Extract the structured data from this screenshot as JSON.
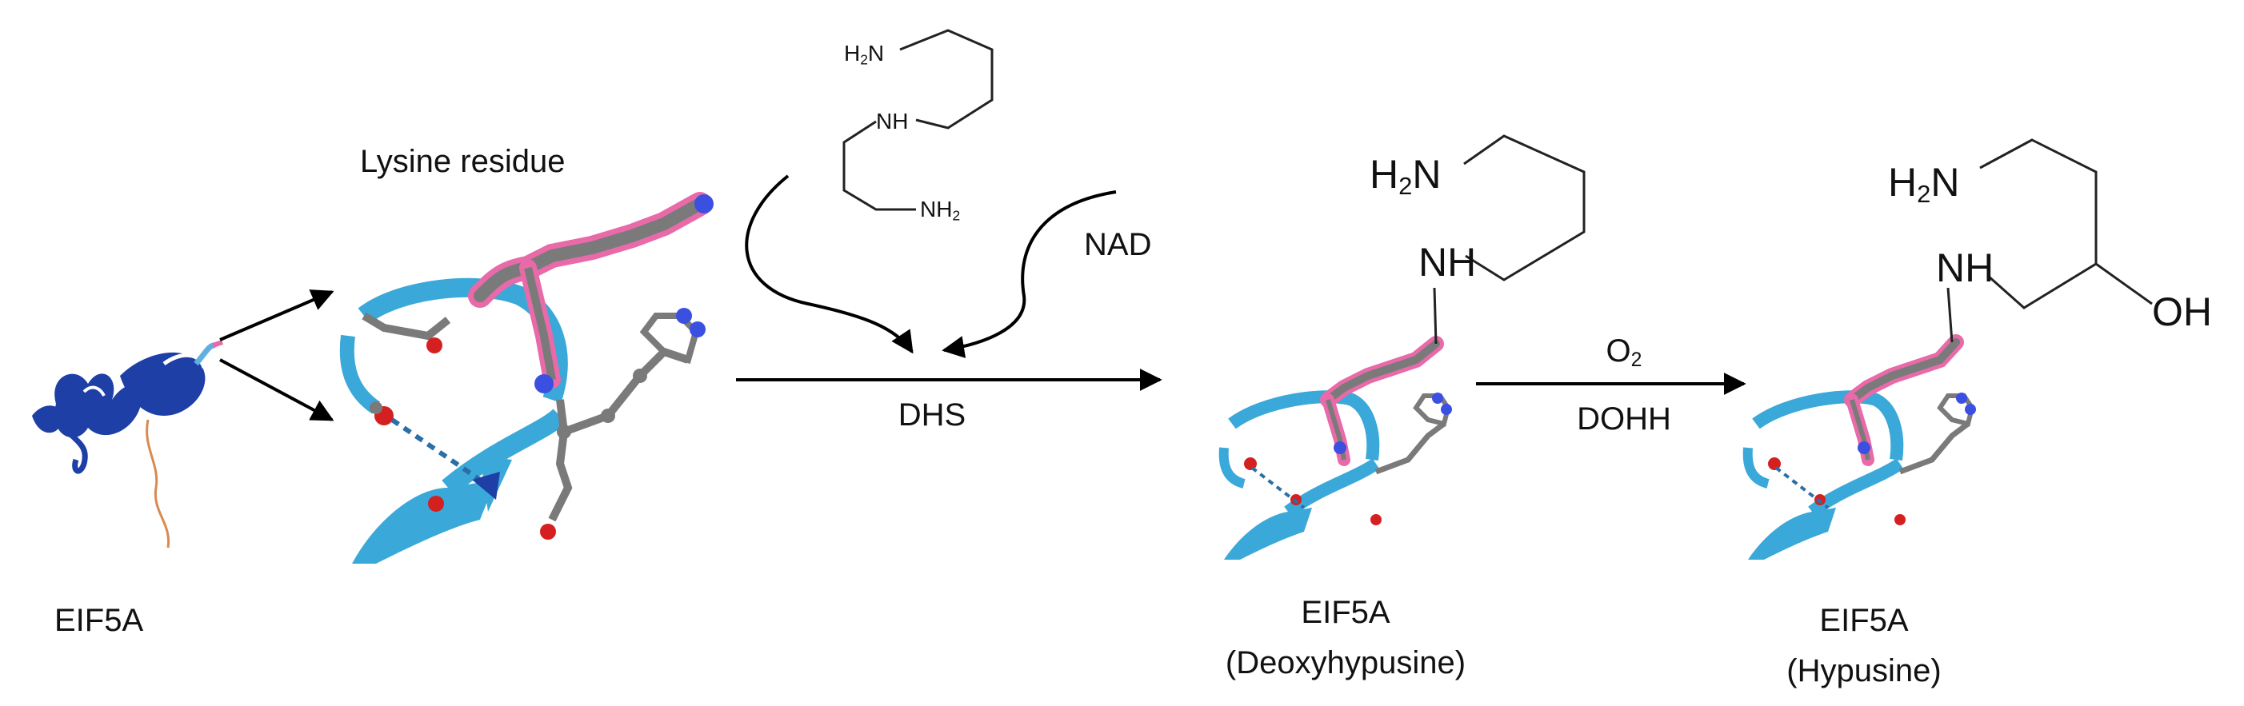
{
  "labels": {
    "lysine_residue": "Lysine residue",
    "eif5a": "EIF5A",
    "dhs": "DHS",
    "nad": "NAD",
    "o2_base": "O",
    "o2_sub": "2",
    "dohh": "DOHH",
    "product1_name": "EIF5A",
    "product1_form": "(Deoxyhypusine)",
    "product2_name": "EIF5A",
    "product2_form": "(Hypusine)"
  },
  "spermidine": {
    "h2n_base": "H",
    "h2n_sub": "2",
    "h2n_tail": "N",
    "nh": "NH",
    "nh2_base": "NH",
    "nh2_sub": "2"
  },
  "deoxyhypusine_chain": {
    "h2n_base": "H",
    "h2n_sub": "2",
    "h2n_tail": "N",
    "nh": "NH"
  },
  "hypusine_chain": {
    "h2n_base": "H",
    "h2n_sub": "2",
    "h2n_tail": "N",
    "nh": "NH",
    "oh": "OH"
  },
  "colors": {
    "helix_blue": "#3aa8d8",
    "dark_blue": "#1d3fa6",
    "carbon_gray": "#7a7a7a",
    "nitrogen_blue": "#3b4fe0",
    "oxygen_red": "#d42020",
    "lysine_pink": "#e86aa8",
    "tail_orange": "#d98a50"
  }
}
